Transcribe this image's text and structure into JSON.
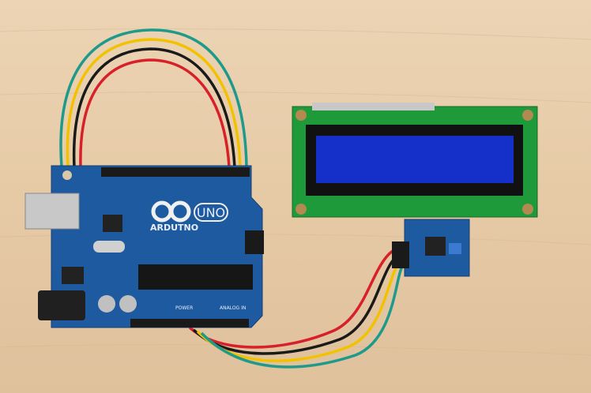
{
  "board": {
    "brand": "ARDUTNO",
    "model": "UNO",
    "power_label": "POWER",
    "analog_label": "ANALOG IN"
  },
  "lcd": {
    "backlight_color": "#1530c8",
    "pcb_color": "#1f9a3a"
  },
  "wires": {
    "colors": [
      "#1f9a8a",
      "#f2c200",
      "#1a1a1a",
      "#d8202a"
    ]
  },
  "colors": {
    "board": "#1e5aa0",
    "wood": "#e6caa6"
  }
}
